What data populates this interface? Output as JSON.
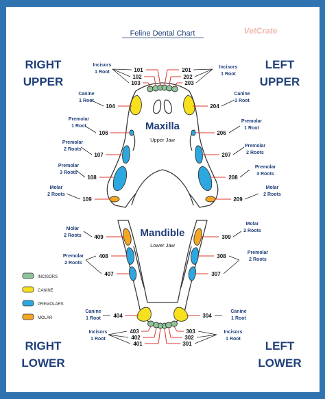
{
  "title": "Feline Dental Chart",
  "brand": "VetCrate",
  "quadrants": {
    "right_upper": [
      "RIGHT",
      "UPPER"
    ],
    "left_upper": [
      "LEFT",
      "UPPER"
    ],
    "right_lower": [
      "RIGHT",
      "LOWER"
    ],
    "left_lower": [
      "LEFT",
      "LOWER"
    ]
  },
  "jaws": {
    "maxilla": "Maxilla",
    "maxilla_sub": "Upper Jaw",
    "mandible": "Mandible",
    "mandible_sub": "Lower Jaw"
  },
  "labels": {
    "ul_inc": [
      "Incisors",
      "1 Root"
    ],
    "ur_inc": [
      "Incisors",
      "1 Root"
    ],
    "ul_can": [
      "Canine",
      "1 Root"
    ],
    "ur_can": [
      "Canine",
      "1 Root"
    ],
    "ul_pm1": [
      "Premolar",
      "1 Root"
    ],
    "ur_pm1": [
      "Premolar",
      "1 Root"
    ],
    "ul_pm2": [
      "Premolar",
      "2 Roots"
    ],
    "ur_pm2": [
      "Premolar",
      "2 Roots"
    ],
    "ul_pm3": [
      "Premolar",
      "3 Roots"
    ],
    "ur_pm3": [
      "Premolar",
      "3 Roots"
    ],
    "ul_mol": [
      "Molar",
      "2 Roots"
    ],
    "ur_mol": [
      "Molar",
      "2 Roots"
    ],
    "ll_mol": [
      "Molar",
      "2 Roots"
    ],
    "lr_mol": [
      "Molar",
      "2 Roots"
    ],
    "ll_pm": [
      "Premolar",
      "2 Roots"
    ],
    "lr_pm": [
      "Premolar",
      "2 Roots"
    ],
    "ll_can": [
      "Canine",
      "1 Root"
    ],
    "lr_can": [
      "Canine",
      "1 Root"
    ],
    "ll_inc": [
      "Incisors",
      "1 Root"
    ],
    "lr_inc": [
      "Incisors",
      "1 Root"
    ]
  },
  "teeth_numbers": {
    "n101": "101",
    "n102": "102",
    "n103": "103",
    "n201": "201",
    "n202": "202",
    "n203": "203",
    "n104": "104",
    "n204": "204",
    "n106": "106",
    "n206": "206",
    "n107": "107",
    "n207": "207",
    "n108": "108",
    "n208": "208",
    "n109": "109",
    "n209": "209",
    "n409": "409",
    "n309": "309",
    "n408": "408",
    "n308": "308",
    "n407": "407",
    "n307": "307",
    "n404": "404",
    "n304": "304",
    "n403": "403",
    "n402": "402",
    "n401": "401",
    "n303": "303",
    "n302": "302",
    "n301": "301"
  },
  "legend": [
    {
      "label": "INCISORS",
      "color": "#8fc49a"
    },
    {
      "label": "CANINE",
      "color": "#f7e11f"
    },
    {
      "label": "PREMOLARS",
      "color": "#2da7df"
    },
    {
      "label": "MOLAR",
      "color": "#f5a623"
    }
  ],
  "colors": {
    "frame": "#2f73b0",
    "navy": "#1f3f7a",
    "leader": "#d8372b",
    "outline": "#3a3a3a"
  }
}
